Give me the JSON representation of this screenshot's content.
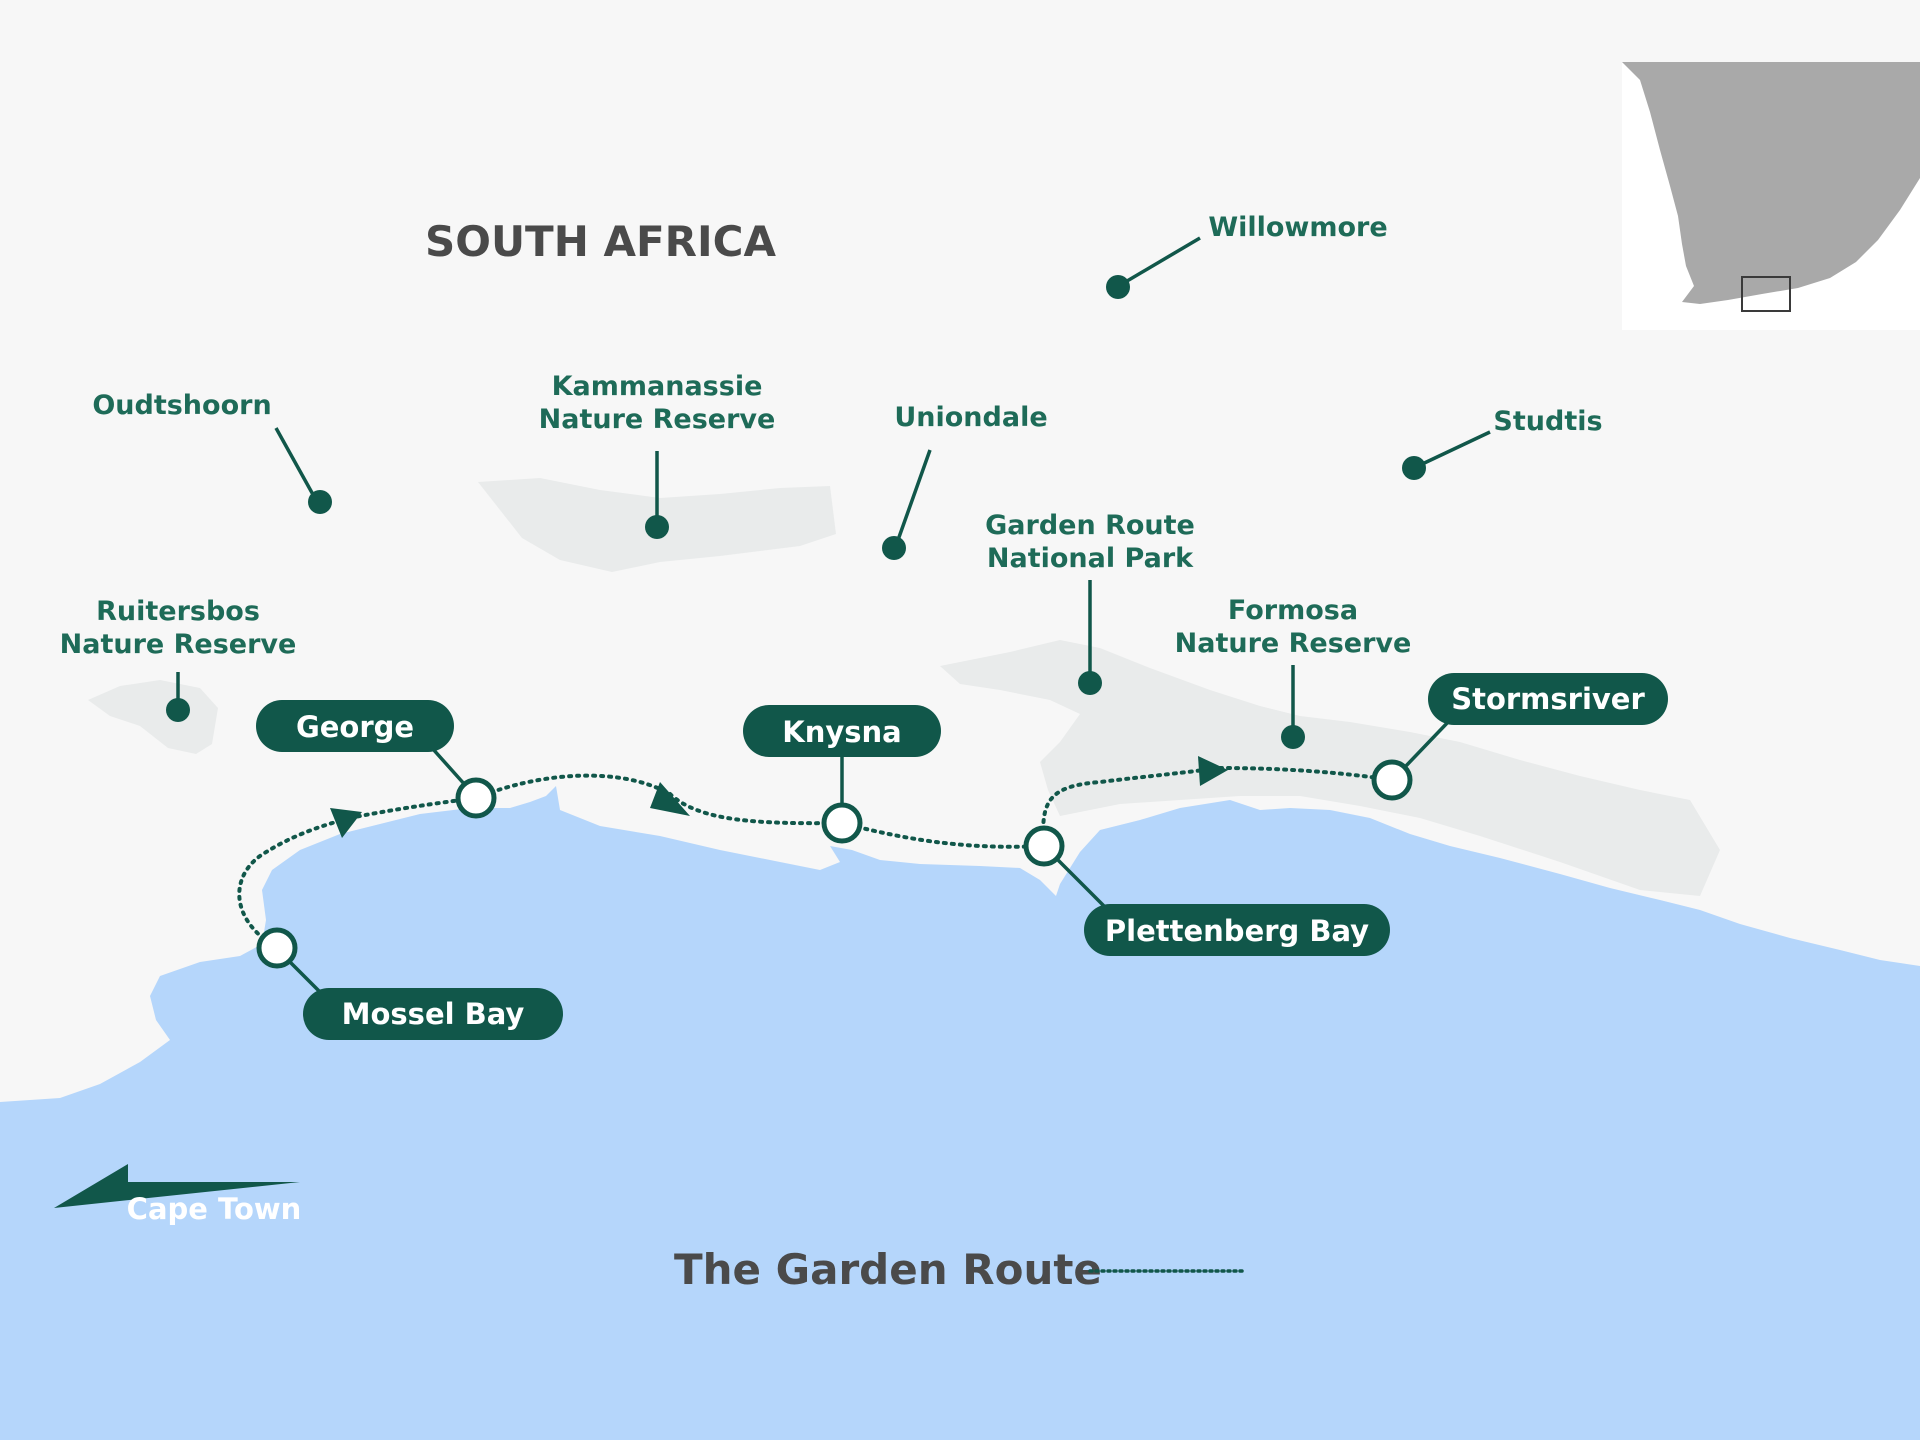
{
  "map": {
    "country_label": "SOUTH AFRICA",
    "legend_label": "The Garden Route",
    "direction_label": "Cape Town",
    "places": [
      {
        "name": "oudtshoorn",
        "lines": [
          "Oudtshoorn"
        ]
      },
      {
        "name": "kammanassie",
        "lines": [
          "Kammanassie",
          "Nature Reserve"
        ]
      },
      {
        "name": "uniondale",
        "lines": [
          "Uniondale"
        ]
      },
      {
        "name": "willowmore",
        "lines": [
          "Willowmore"
        ]
      },
      {
        "name": "studtis",
        "lines": [
          "Studtis"
        ]
      },
      {
        "name": "garden-route-np",
        "lines": [
          "Garden Route",
          "National Park"
        ]
      },
      {
        "name": "formosa",
        "lines": [
          "Formosa",
          "Nature Reserve"
        ]
      },
      {
        "name": "ruitersbos",
        "lines": [
          "Ruitersbos",
          "Nature Reserve"
        ]
      }
    ],
    "stops": [
      {
        "name": "mossel-bay",
        "label": "Mossel Bay"
      },
      {
        "name": "george",
        "label": "George"
      },
      {
        "name": "knysna",
        "label": "Knysna"
      },
      {
        "name": "plettenberg-bay",
        "label": "Plettenberg Bay"
      },
      {
        "name": "stormsriver",
        "label": "Stormsriver"
      }
    ],
    "colors": {
      "land": "#f7f7f7",
      "sea": "#b5d6fb",
      "protected_area": "#e9ebeb",
      "accent": "#11574a",
      "label_text": "#1e6b58",
      "title_text": "#4a4a4a",
      "inset_land": "#a9a9a9"
    }
  }
}
